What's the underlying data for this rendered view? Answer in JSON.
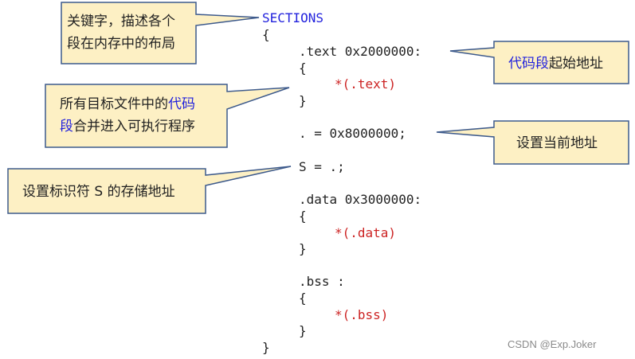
{
  "code": {
    "keyword": "SECTIONS",
    "open_brace": "{",
    "close_brace": "}",
    "text_section": {
      "header": ".text 0x2000000:",
      "open": "{",
      "body": "*(.text)",
      "close": "}"
    },
    "location_assign": ". = 0x8000000;",
    "symbol_assign": "S = .;",
    "data_section": {
      "header": ".data 0x3000000:",
      "open": "{",
      "body": "*(.data)",
      "close": "}"
    },
    "bss_section": {
      "header": ".bss :",
      "open": "{",
      "body": "*(.bss)",
      "close": "}"
    }
  },
  "callouts": {
    "keyword": {
      "line1": "关键字，描述各个",
      "line2": "段在内存中的布局"
    },
    "merge": {
      "line1_plain": "所有目标文件中的",
      "line1_highlight": "代码",
      "line2_highlight": "段",
      "line2_plain": "合并进入可执行程序"
    },
    "symbol": {
      "text": "设置标识符 S 的存储地址"
    },
    "text_start": {
      "highlight": "代码段",
      "plain": "起始地址"
    },
    "current_addr": {
      "text": "设置当前地址"
    }
  },
  "colors": {
    "callout_fill": "#fdf0c4",
    "callout_border": "#3d5a8c",
    "keyword": "#2222dd",
    "wildcard": "#cc2222"
  },
  "watermark": "CSDN @Exp.Joker"
}
